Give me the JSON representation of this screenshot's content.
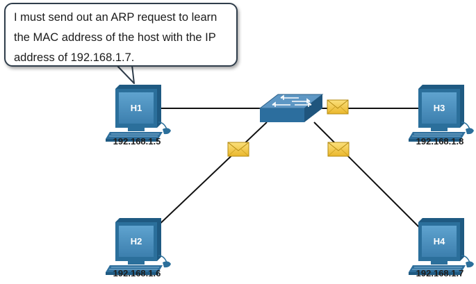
{
  "callout": {
    "lines": [
      "I must send out an ARP request to learn",
      "the MAC address of the host with the IP",
      "address of 192.168.1.7."
    ]
  },
  "hosts": [
    {
      "id": "h1",
      "name": "H1",
      "ip": "192.168.1.5"
    },
    {
      "id": "h2",
      "name": "H2",
      "ip": "192.168.1.6"
    },
    {
      "id": "h3",
      "name": "H3",
      "ip": "192.168.1.8"
    },
    {
      "id": "h4",
      "name": "H4",
      "ip": "192.168.1.7"
    }
  ],
  "colors": {
    "host_body": "#2b6f9b",
    "host_screen": "#4f93c0",
    "switch_top": "#5e97c4",
    "switch_front": "#2c6e9e",
    "envelope": "#f3c93f",
    "link": "#111111"
  },
  "icons": [
    "computer-icon",
    "switch-icon",
    "envelope-icon"
  ]
}
